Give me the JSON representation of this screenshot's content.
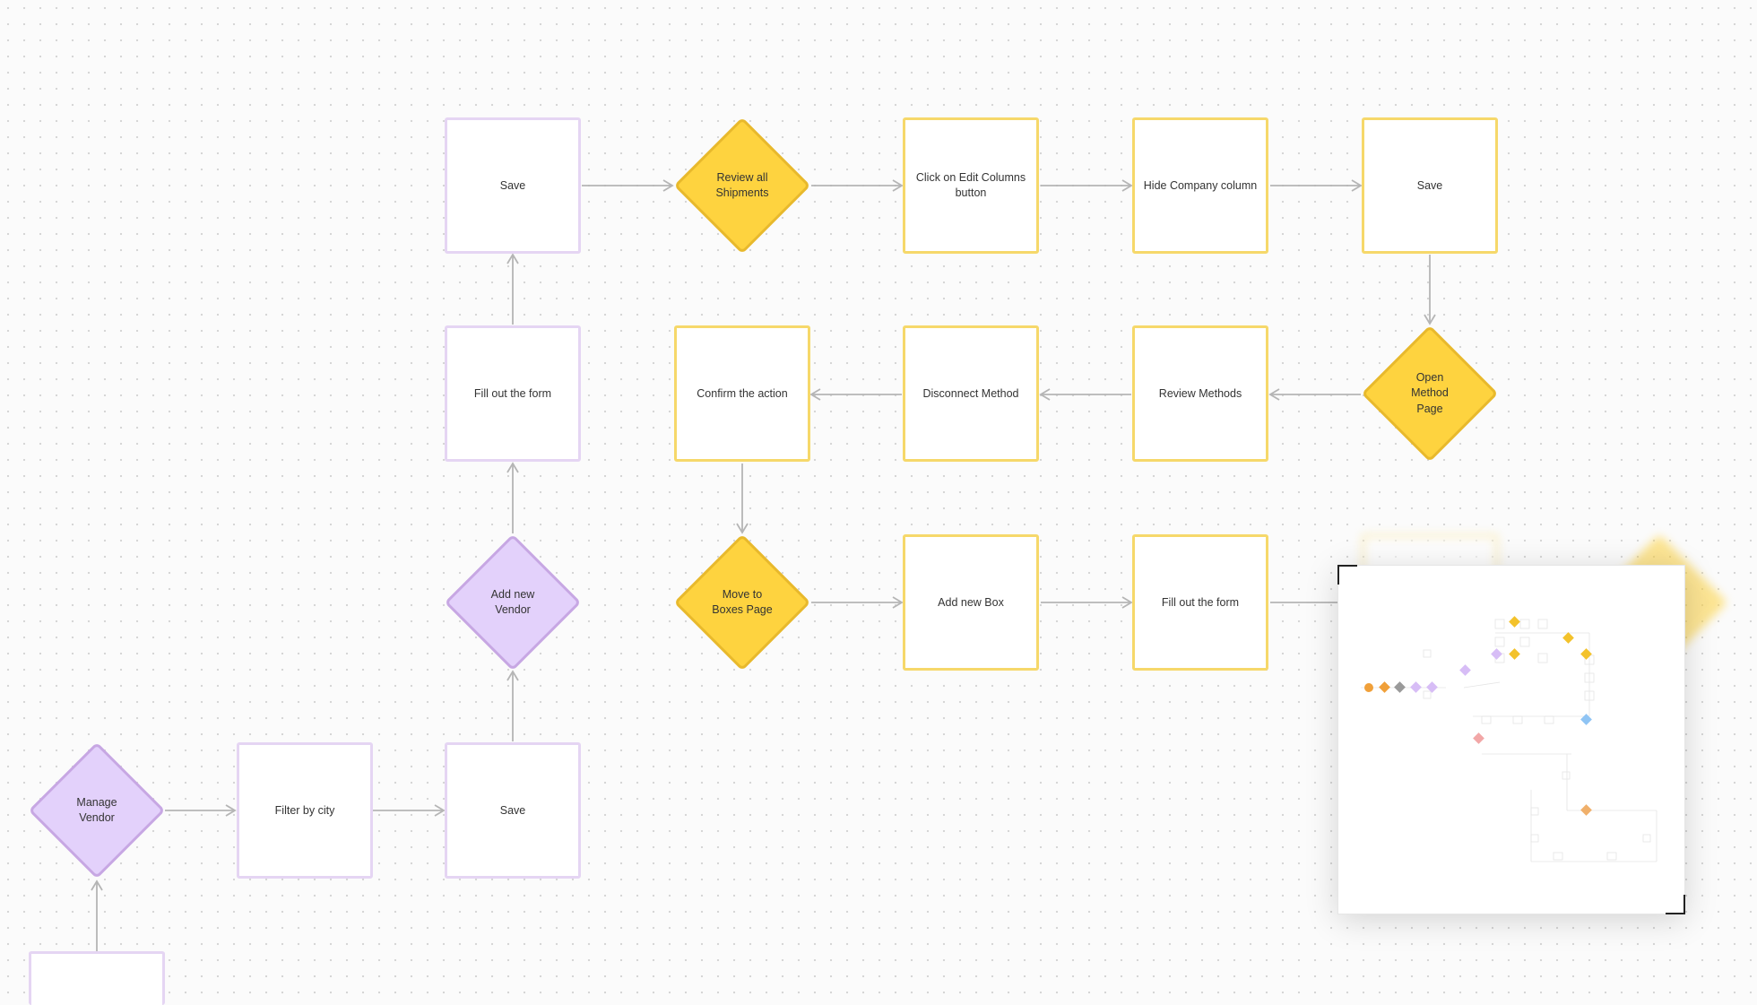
{
  "nodes": {
    "save_top": "Save",
    "review_shipments": "Review all\nShipments",
    "edit_columns": "Click on Edit Columns\nbutton",
    "hide_company": "Hide Company column",
    "save_top_right": "Save",
    "fill_form_mid": "Fill out the form",
    "confirm_action": "Confirm the action",
    "disconnect_method": "Disconnect Method",
    "review_methods": "Review Methods",
    "open_method_page": "Open\nMethod\nPage",
    "add_new_vendor": "Add new\nVendor",
    "move_to_boxes": "Move to\nBoxes Page",
    "add_new_box": "Add new Box",
    "fill_form_right": "Fill out the form",
    "manage_vendor": "Manage\nVendor",
    "filter_by_city": "Filter by city",
    "save_bottom": "Save"
  },
  "colors": {
    "yellow_fill": "#fed33f",
    "yellow_border": "#f6d86a",
    "purple_fill": "#e3d1fb",
    "purple_border": "#e5d5f3",
    "connector": "#b5b5b5"
  }
}
